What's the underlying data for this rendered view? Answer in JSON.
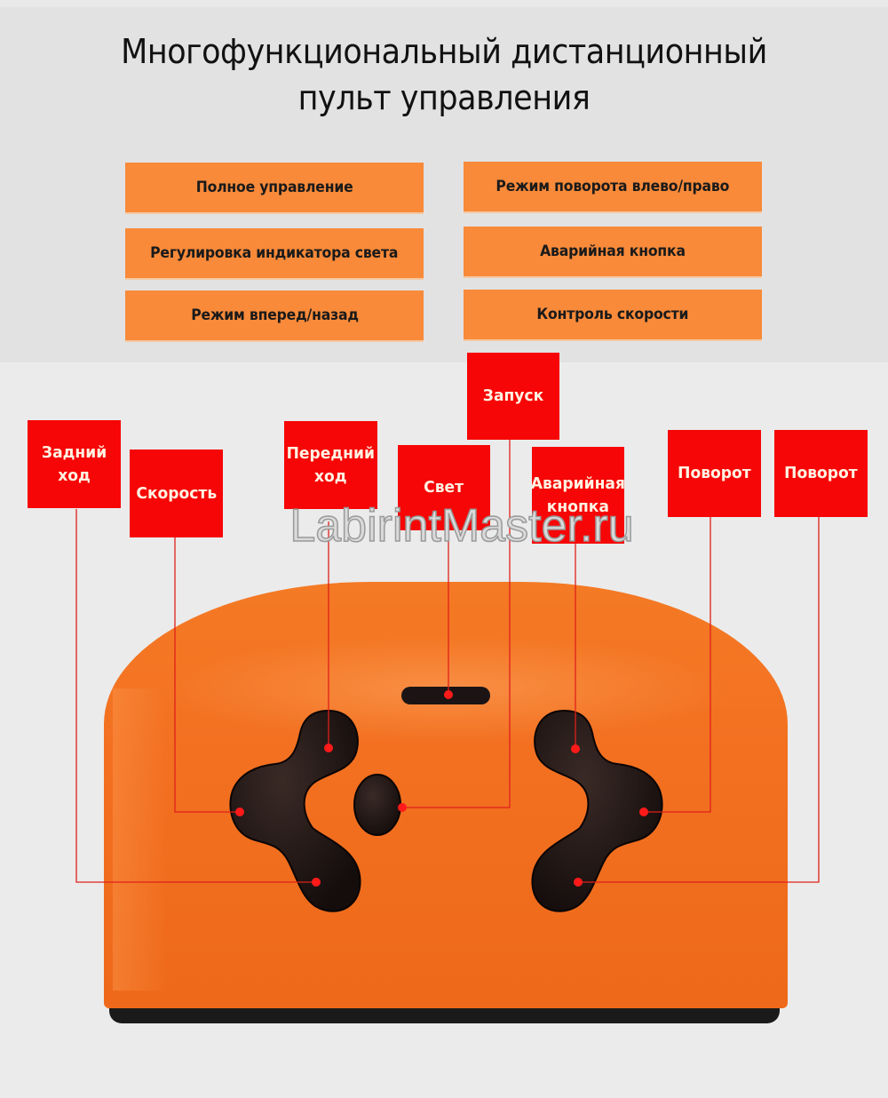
{
  "title": {
    "line1": "Многофункциональный дистанционный",
    "line2": "пульт управления"
  },
  "features": {
    "left": [
      "Полное управление",
      "Регулировка индикатора света",
      "Режим вперед/назад"
    ],
    "right": [
      "Режим поворота влево/право",
      "Аварийная кнопка",
      "Контроль скорости"
    ]
  },
  "callouts": {
    "reverse": "Задний\nход",
    "speed": "Скорость",
    "forward": "Передний\nход",
    "light": "Свет",
    "start": "Запуск",
    "emergency": "Аварийная\nкнопка",
    "turn_left": "Поворот",
    "turn_right": "Поворот"
  },
  "watermark": "LabirintMaster.ru",
  "colors": {
    "feature_box": "#f88a3a",
    "callout_box": "#f60606",
    "device_body": "#f37021",
    "buttons": "#1c1414",
    "background_top": "#e2e2e2",
    "background_bottom": "#ebebeb"
  }
}
